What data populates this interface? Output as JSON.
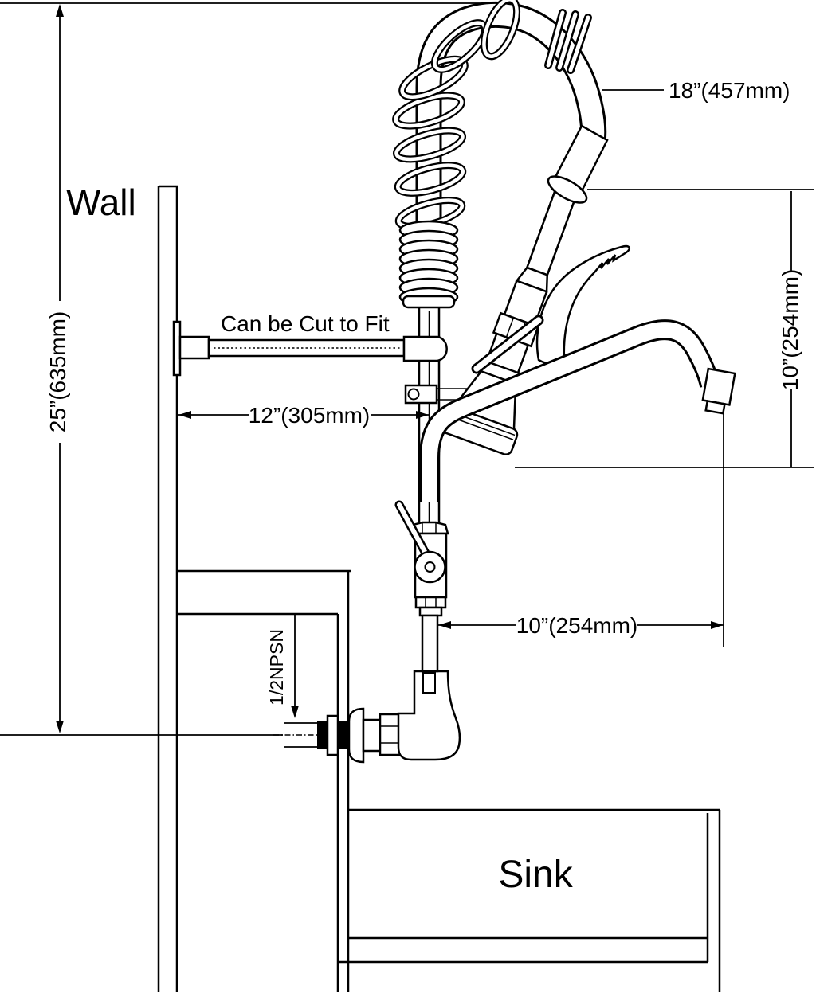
{
  "labels": {
    "wall": "Wall",
    "sink": "Sink",
    "note": "Can be Cut to Fit"
  },
  "dimensions": {
    "hose_length": "18”(457mm)",
    "mount_height": "25”(635mm)",
    "bracket_length": "12”(305mm)",
    "spout_height": "10”(254mm)",
    "spout_reach": "10”(254mm)",
    "inlet_thread": "1/2NPSN"
  },
  "colors": {
    "line": "#000000",
    "background": "#ffffff"
  }
}
